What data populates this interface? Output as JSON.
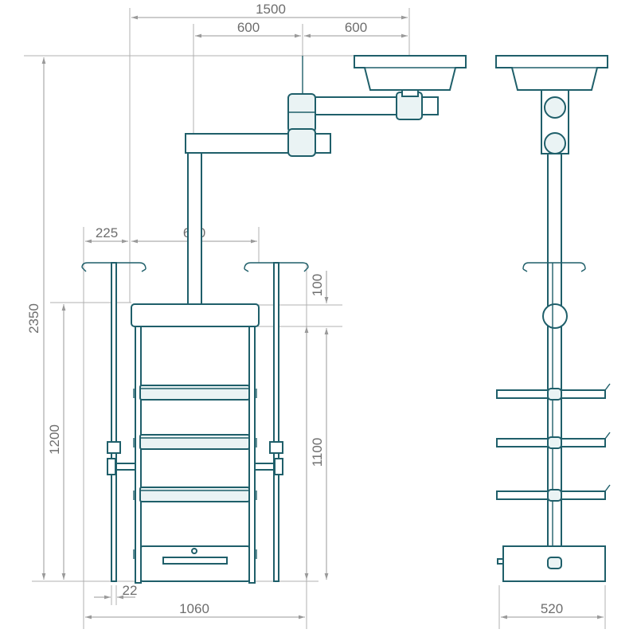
{
  "dimensions": {
    "total_reach": "1500",
    "arm_segment_1": "600",
    "arm_segment_2": "600",
    "total_height": "2350",
    "side_offset": "225",
    "inner_width": "610",
    "top_clearance": "100",
    "shelf_height": "1200",
    "column_height": "1100",
    "post_gap": "22",
    "overall_width": "1060",
    "depth": "520"
  },
  "colors": {
    "line": "#1f5f6a",
    "dimension": "#9a9a9a",
    "text": "#6e6e6e"
  }
}
